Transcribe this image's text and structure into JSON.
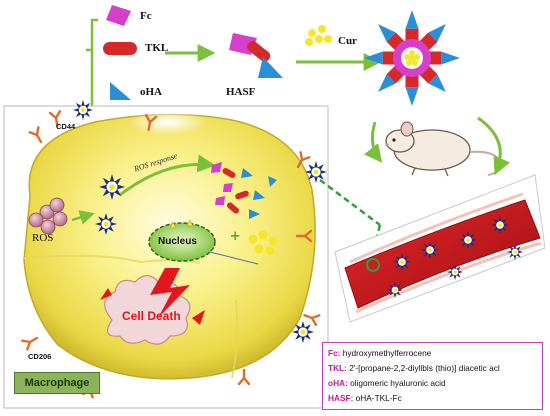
{
  "top": {
    "components": [
      {
        "label": "Fc",
        "icon": "pink-kite-icon",
        "color": "#d63fc9"
      },
      {
        "label": "TKL",
        "icon": "red-capsule-icon",
        "color": "#d62a2a"
      },
      {
        "label": "oHA",
        "icon": "blue-triangle-icon",
        "color": "#2a8fd6"
      }
    ],
    "hasf_label": "HASF",
    "cur_label": "Cur"
  },
  "cell": {
    "cd44_label": "CD44",
    "cd206_label": "CD206",
    "ros_label": "ROS",
    "ros_response_label": "ROS response",
    "nucleus_label": "Nucleus",
    "plus_label": "+",
    "cell_death_label": "Cell Death",
    "macrophage_label": "Macrophage"
  },
  "legend": [
    {
      "key": "Fc:",
      "text": " hydroxymethylferrocene"
    },
    {
      "key": "TKL:",
      "text": " 2'-[propane-2,2-diyllbls (thio)] diacetic acl"
    },
    {
      "key": "oHA:",
      "text": " oligomeric hyaluronic acid"
    },
    {
      "key": "HASF:",
      "text": " oHA-TKL-Fc"
    }
  ],
  "colors": {
    "arrow_green": "#7cbf3a",
    "cell_yellow": "#f3ea6a",
    "cur_yellow": "#f6e62a",
    "fc_pink": "#d63fc9",
    "tkl_red": "#d62a2a",
    "oha_blue": "#2a8fd6",
    "nanoparticle_navy": "#1c2f7a",
    "vessel_red": "#c0181c",
    "legend_magenta": "#c2189a"
  }
}
